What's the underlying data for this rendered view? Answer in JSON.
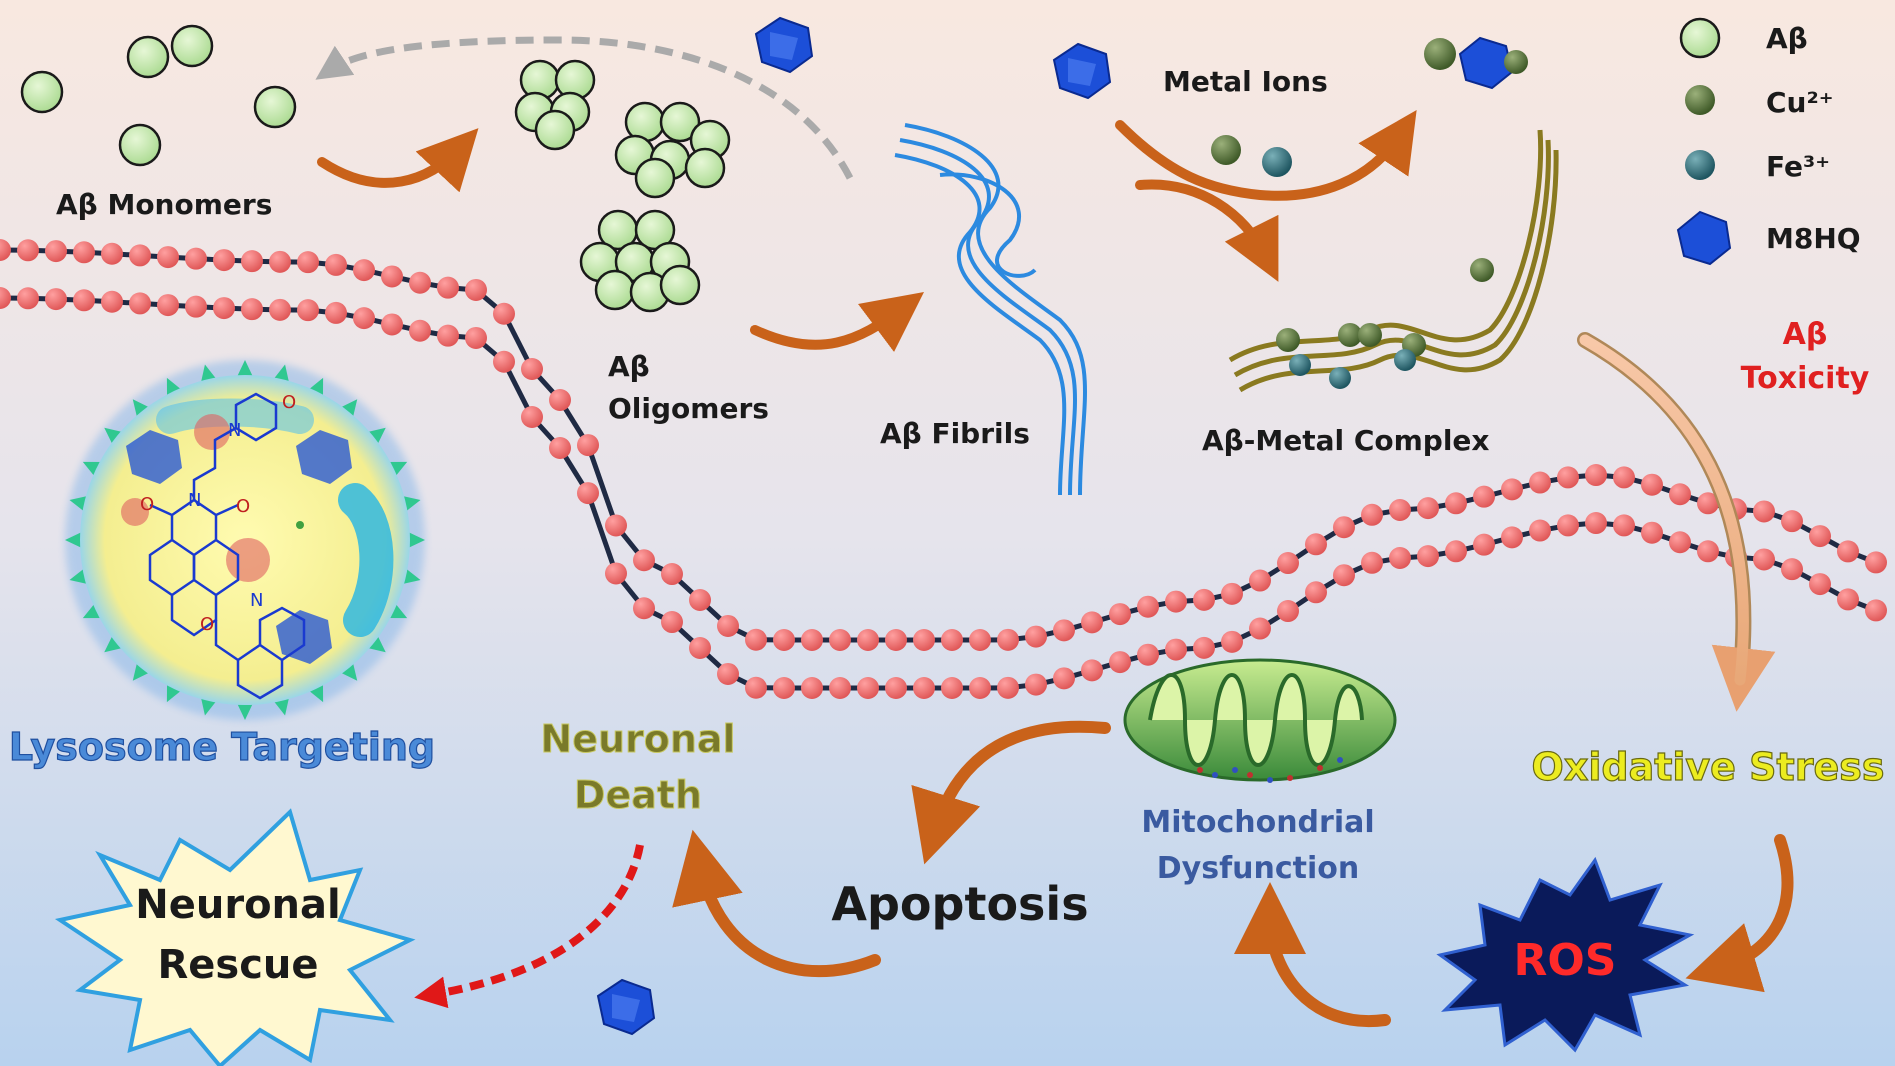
{
  "labels": {
    "monomers": "Aβ Monomers",
    "oligomers_line1": "Aβ",
    "oligomers_line2": "Oligomers",
    "fibrils": "Aβ Fibrils",
    "metal_ions": "Metal Ions",
    "metal_complex": "Aβ-Metal Complex",
    "toxicity_line1": "Aβ",
    "toxicity_line2": "Toxicity",
    "oxidative_stress": "Oxidative Stress",
    "ros": "ROS",
    "mito_line1": "Mitochondrial",
    "mito_line2": "Dysfunction",
    "apoptosis": "Apoptosis",
    "death_line1": "Neuronal",
    "death_line2": "Death",
    "rescue_line1": "Neuronal",
    "rescue_line2": "Rescue",
    "lysosome": "Lysosome Targeting"
  },
  "legend": [
    {
      "label": "Aβ",
      "symbol": "green-sphere",
      "color": "#b8e6a0"
    },
    {
      "label": "Cu²⁺",
      "symbol": "dark-green-sphere",
      "color": "#556b3a"
    },
    {
      "label": "Fe³⁺",
      "symbol": "teal-sphere",
      "color": "#2f6e78"
    },
    {
      "label": "M8HQ",
      "symbol": "blue-polyhedron",
      "color": "#1c4fd8"
    }
  ],
  "molecule_atoms": {
    "o1": "O",
    "o2": "O",
    "o3": "O",
    "n1": "N",
    "n2": "N",
    "n3": "N"
  },
  "colors": {
    "arrow": "#c9621a",
    "membrane_bead": "#ef6a6a",
    "membrane_link": "#1f2a44",
    "toxicity_text": "#e02020",
    "oxidative_text": "#ecec20",
    "death_text": "#7a7a2a",
    "mito_text": "#3a5aa0",
    "lysosome_text": "#4a8ad8",
    "ros_text": "#ff2a2a"
  }
}
